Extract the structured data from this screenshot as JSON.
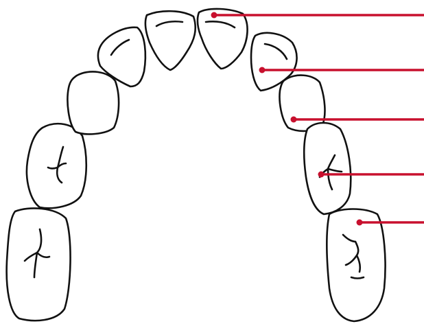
{
  "diagram": {
    "colors": {
      "outline": "#111111",
      "leader": "#c8102e",
      "background": "#ffffff"
    },
    "teeth": [
      {
        "name": "right-second-molar"
      },
      {
        "name": "right-first-molar"
      },
      {
        "name": "right-premolar"
      },
      {
        "name": "right-canine"
      },
      {
        "name": "right-lateral-incisor"
      },
      {
        "name": "right-central-incisor"
      },
      {
        "name": "left-central-incisor"
      },
      {
        "name": "left-lateral-incisor"
      },
      {
        "name": "left-canine"
      },
      {
        "name": "left-premolar"
      },
      {
        "name": "left-first-molar"
      },
      {
        "name": "left-second-molar"
      }
    ],
    "leaders": [
      {
        "name": "leader-central-incisor"
      },
      {
        "name": "leader-lateral-incisor"
      },
      {
        "name": "leader-canine"
      },
      {
        "name": "leader-premolar"
      },
      {
        "name": "leader-molar"
      }
    ]
  }
}
